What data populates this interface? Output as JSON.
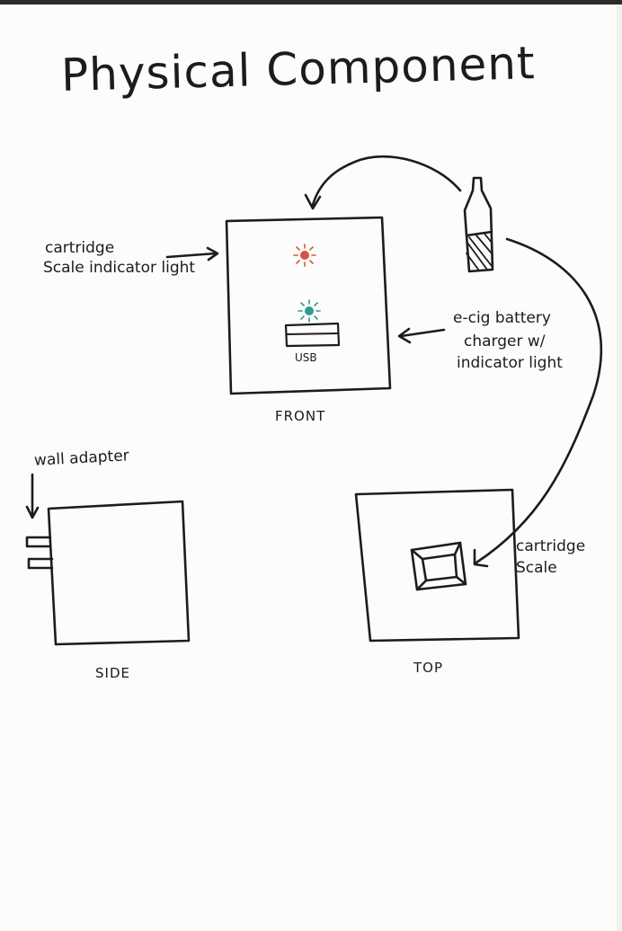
{
  "title": "Physical Component",
  "labels": {
    "cartridge_scale_indicator_light_line1": "cartridge",
    "cartridge_scale_indicator_light_line2": "Scale indicator light",
    "usb": "USB",
    "front": "FRONT",
    "ecig_charger_line1": "e-cig battery",
    "ecig_charger_line2": "charger w/",
    "ecig_charger_line3": "indicator light",
    "wall_adapter": "wall adapter",
    "side": "SIDE",
    "top": "TOP",
    "cartridge_scale_line1": "cartridge",
    "cartridge_scale_line2": "Scale"
  },
  "colors": {
    "ink": "#1f1b1b",
    "red_light": "#d8543c",
    "teal_light": "#2f9d8e"
  }
}
